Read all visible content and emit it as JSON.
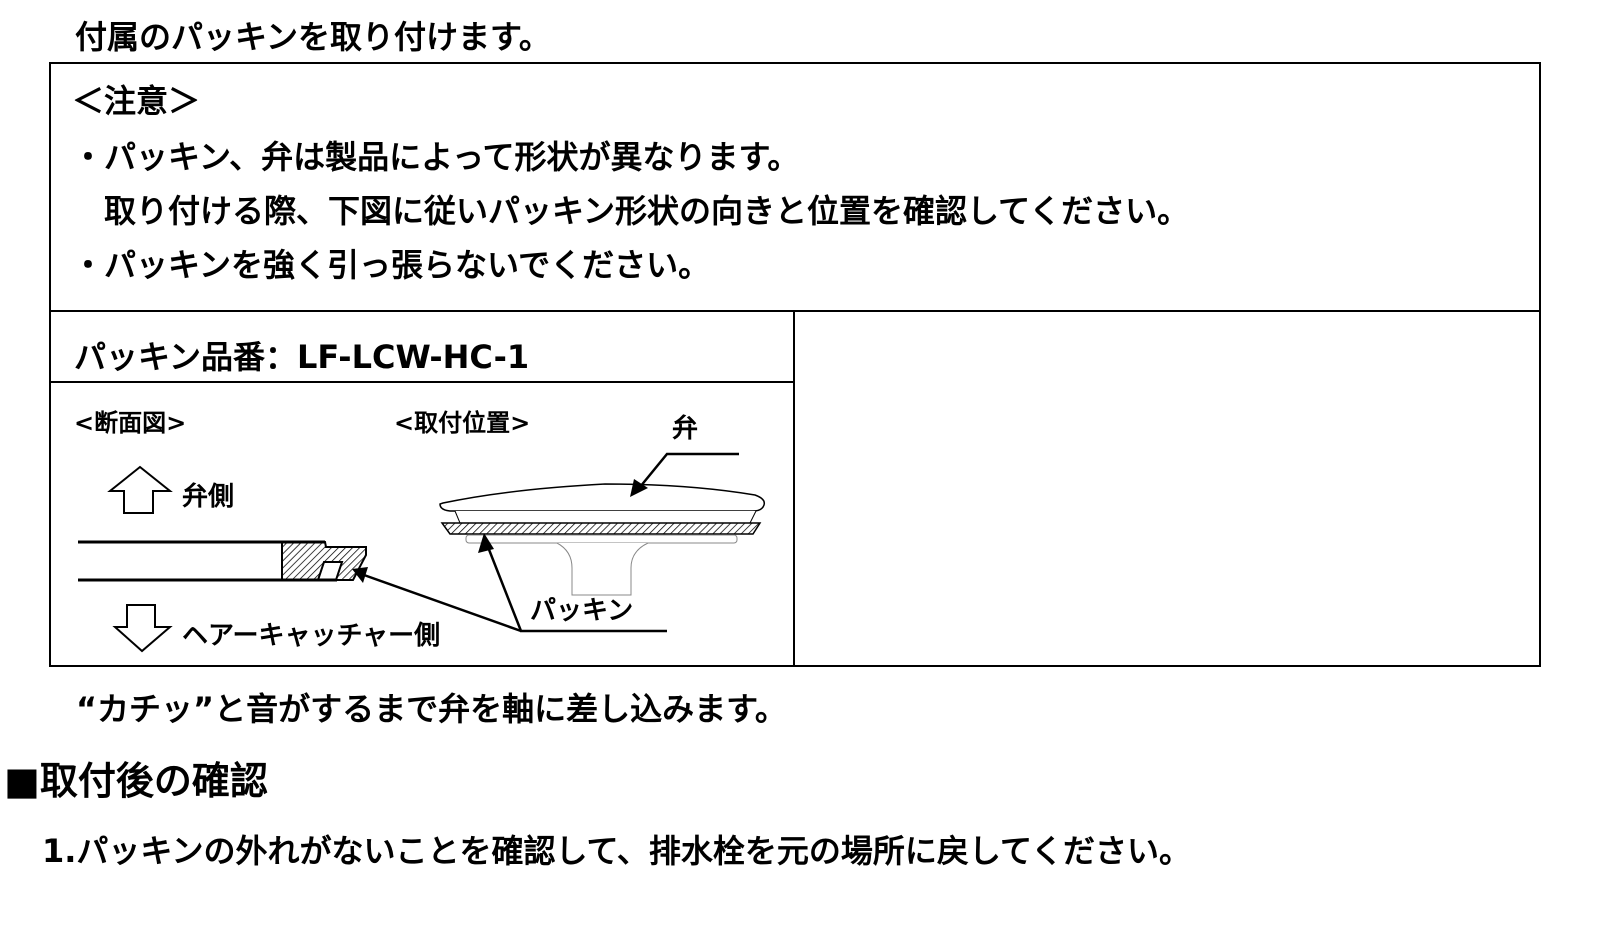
{
  "intro": "付属のパッキンを取り付けます。",
  "caution": {
    "heading": "＜注意＞",
    "lines": [
      "・パッキン、弁は製品によって形状が異なります。",
      "取り付ける際、下図に従いパッキン形状の向きと位置を確認してください。",
      "・パッキンを強く引っ張らないでください。"
    ]
  },
  "packing_panel": {
    "part_number_label": "パッキン品番：LF-LCW-HC-1",
    "cross_section_title": "<断面図>",
    "valve_side": "弁側",
    "hair_catcher_side": "ヘアーキャッチャー側",
    "mount_position_title": "<取付位置>",
    "valve_label": "弁",
    "packing_label": "パッキン"
  },
  "click_note": "“カチッ”と音がするまで弁を軸に差し込みます。",
  "section": {
    "heading": "■取付後の確認",
    "step1": "1.パッキンの外れがないことを確認して、排水栓を元の場所に戻してください。"
  }
}
